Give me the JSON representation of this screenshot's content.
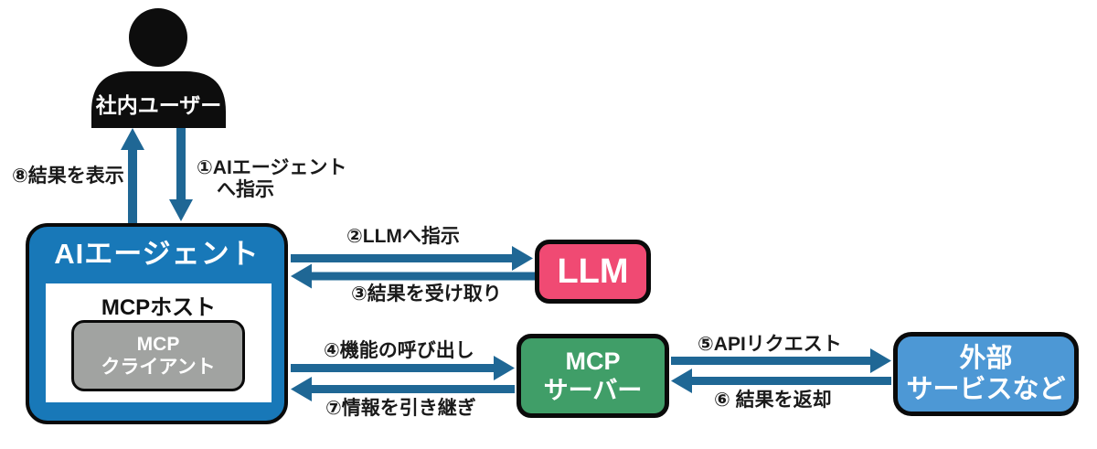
{
  "colors": {
    "arrow": "#1f6795",
    "ai_agent_bg": "#1878b8",
    "llm_bg": "#f04a73",
    "mcp_server_bg": "#409e68",
    "external_bg": "#4d98d5",
    "mcp_client_bg": "#a1a3a1",
    "box_border": "#0a0a0a",
    "label_text": "#1a1a1a",
    "user_icon": "#0d0d0d"
  },
  "nodes": {
    "user": {
      "label": "社内ユーザー"
    },
    "ai_agent": {
      "title": "AIエージェント"
    },
    "mcp_host": {
      "title": "MCPホスト"
    },
    "mcp_client": {
      "line1": "MCP",
      "line2": "クライアント"
    },
    "llm": {
      "title": "LLM"
    },
    "mcp_server": {
      "line1": "MCP",
      "line2": "サーバー"
    },
    "external_service": {
      "line1": "外部",
      "line2": "サービスなど"
    }
  },
  "flows": {
    "f1": {
      "line1": "①AIエージェント",
      "line2": "へ指示"
    },
    "f2": {
      "label": "②LLMへ指示"
    },
    "f3": {
      "label": "③結果を受け取り"
    },
    "f4": {
      "label": "④機能の呼び出し"
    },
    "f5": {
      "label": "⑤APIリクエスト"
    },
    "f6": {
      "label": "⑥ 結果を返却"
    },
    "f7": {
      "label": "⑦情報を引き継ぎ"
    },
    "f8": {
      "label": "⑧結果を表示"
    }
  }
}
